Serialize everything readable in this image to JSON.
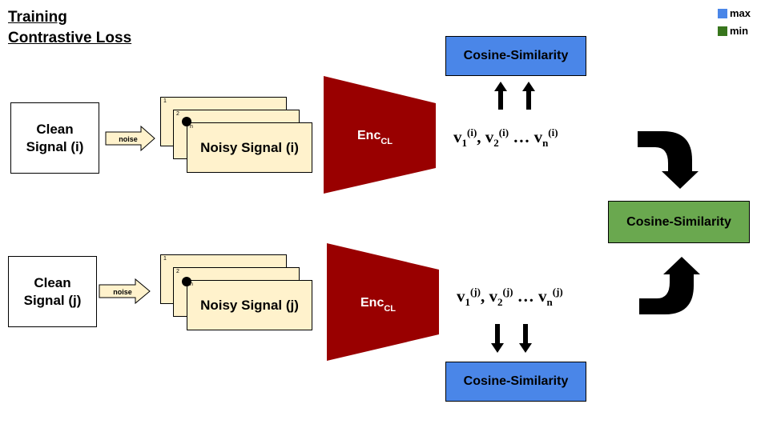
{
  "title": {
    "line1": "Training",
    "line2": "Contrastive Loss"
  },
  "legend": [
    {
      "label": "max",
      "color": "#4a86e8"
    },
    {
      "label": "min",
      "color": "#38761d"
    }
  ],
  "rows": [
    {
      "clean_line1": "Clean",
      "clean_line2": "Signal (i)",
      "noise_label": "noise",
      "card_numbers": [
        "1",
        "2",
        "n"
      ],
      "noisy_label": "Noisy Signal (i)",
      "enc_label": "Enc",
      "enc_sub": "CL",
      "vectors": {
        "v": "v",
        "s1": "1",
        "s2": "2",
        "sn": "n",
        "sup": "(i)",
        "ellipsis": "…"
      },
      "cos_label": "Cosine-Similarity"
    },
    {
      "clean_line1": "Clean",
      "clean_line2": "Signal (j)",
      "noise_label": "noise",
      "card_numbers": [
        "1",
        "2",
        "n"
      ],
      "noisy_label": "Noisy Signal (j)",
      "enc_label": "Enc",
      "enc_sub": "CL",
      "vectors": {
        "v": "v",
        "s1": "1",
        "s2": "2",
        "sn": "n",
        "sup": "(j)",
        "ellipsis": "…"
      },
      "cos_label": "Cosine-Similarity"
    }
  ],
  "center_cos_label": "Cosine-Similarity",
  "colors": {
    "encoder": "#990000",
    "card": "#fff2cc",
    "blue": "#4a86e8",
    "green": "#6aa84f"
  }
}
